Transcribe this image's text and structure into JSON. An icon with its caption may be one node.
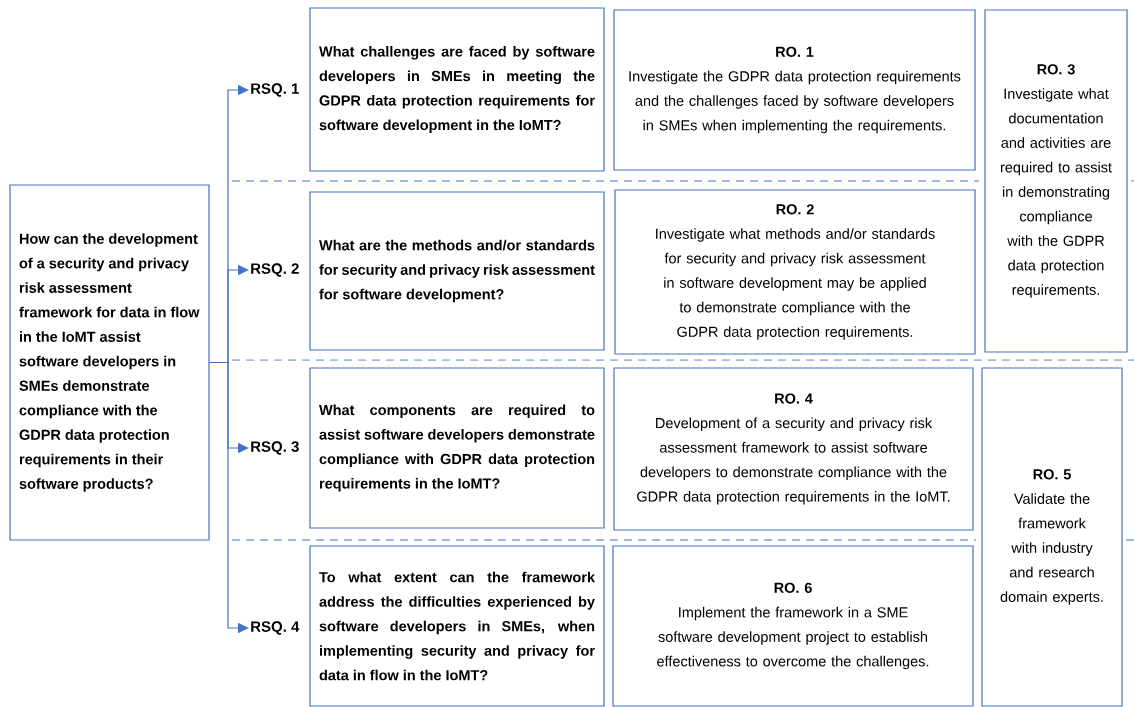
{
  "diagram": {
    "nodes": [
      {
        "text": [
          "How can the development of a security and privacy risk assessment framework for data in flow in the IoMT assist software developers in SMEs demonstrate compliance with the GDPR data protection requirements in their software products?"
        ]
      },
      {
        "text": [
          "RSQ. 1"
        ]
      },
      {
        "text": [
          "RSQ. 2"
        ]
      },
      {
        "text": [
          "RSQ. 3"
        ]
      },
      {
        "text": [
          "RSQ. 4"
        ]
      },
      {
        "text": [
          "What challenges are faced by software developers in SMEs in meeting the GDPR data protection requirements for software development in the IoMT?"
        ]
      },
      {
        "text": [
          "What are the methods and/or standards for security and privacy risk assessment for software development?"
        ]
      },
      {
        "text": [
          "What components are required to assist software developers demonstrate compliance with GDPR data protection requirements in the IoMT?"
        ]
      },
      {
        "text": [
          "To what extent can the framework address the difficulties experienced by software developers in SMEs, when implementing security and privacy for data in flow in the IoMT?"
        ]
      },
      {
        "text": [
          "RO. 1",
          "Investigate the GDPR data protection requirements and the challenges faced by software developers in SMEs when implementing the requirements."
        ]
      },
      {
        "text": [
          "RO. 2",
          "Investigate what methods and/or standards for security and privacy risk assessment in software development may be applied to demonstrate compliance with the GDPR data protection requirements."
        ]
      },
      {
        "text": [
          "RO. 3",
          "Investigate what documentation and activities are required to assist in demonstrating compliance with the GDPR data protection requirements."
        ]
      },
      {
        "text": [
          "RO. 4",
          "Development of a security and privacy risk assessment framework to assist software developers to demonstrate compliance with the GDPR data protection requirements in the IoMT."
        ]
      },
      {
        "text": [
          "RO. 5",
          "Validate the framework with industry and research domain experts."
        ]
      },
      {
        "text": [
          "RO. 6",
          "Implement the framework in a SME software development project to establish effectiveness to overcome the challenges."
        ]
      }
    ],
    "edges": [
      {
        "from": 0,
        "to": 1,
        "arrow": "to"
      },
      {
        "from": 0,
        "to": 2,
        "arrow": "to"
      },
      {
        "from": 0,
        "to": 3,
        "arrow": "to"
      },
      {
        "from": 0,
        "to": 4,
        "arrow": "to"
      }
    ]
  }
}
